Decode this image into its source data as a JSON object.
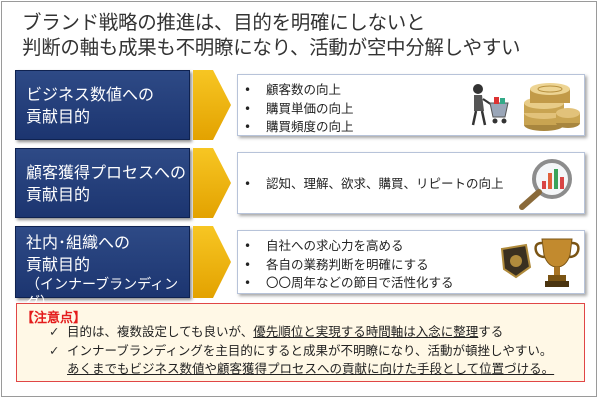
{
  "title": {
    "line1": "ブランド戦略の推進は、目的を明確にしないと",
    "line2": "判断の軸も成果も不明瞭になり、活動が空中分解しやすい"
  },
  "rows": [
    {
      "label_line1": "ビジネス数値への",
      "label_line2": "貢献目的",
      "bullets": [
        "顧客数の向上",
        "購買単価の向上",
        "購買頻度の向上"
      ],
      "illustration": "shopping-cart-coins-icon"
    },
    {
      "label_line1": "顧客獲得プロセスへの",
      "label_line2": "貢献目的",
      "bullets": [
        "認知、理解、欲求、購買、リピートの向上"
      ],
      "illustration": "magnifier-chart-icon"
    },
    {
      "label_line1": "社内･組織への",
      "label_line2": "貢献目的",
      "label_line3": "（インナーブランディング）",
      "bullets": [
        "自社への求心力を高める",
        "各自の業務判断を明確にする",
        "〇〇周年などの節目で活性化する"
      ],
      "illustration": "emblem-trophy-icon"
    }
  ],
  "bullet_mark": "•",
  "notes": {
    "heading": "【注意点】",
    "check_mark": "✓",
    "note1_a": "目的は、複数設定しても良いが、",
    "note1_b": "優先順位と実現する時間軸は入念に整理",
    "note1_c": "する",
    "note2": "インナーブランディングを主目的にすると成果が不明瞭になり、活動が頓挫しやすい。",
    "note3": "あくまでもビジネス数値や顧客獲得プロセスへの貢献に向けた手段として位置づける。"
  },
  "colors": {
    "label_bg": "#1c3570",
    "arrow": "#f0b400",
    "notes_border": "#e04646",
    "notes_bg": "#fff8e6",
    "notes_heading": "#e41c1c"
  }
}
